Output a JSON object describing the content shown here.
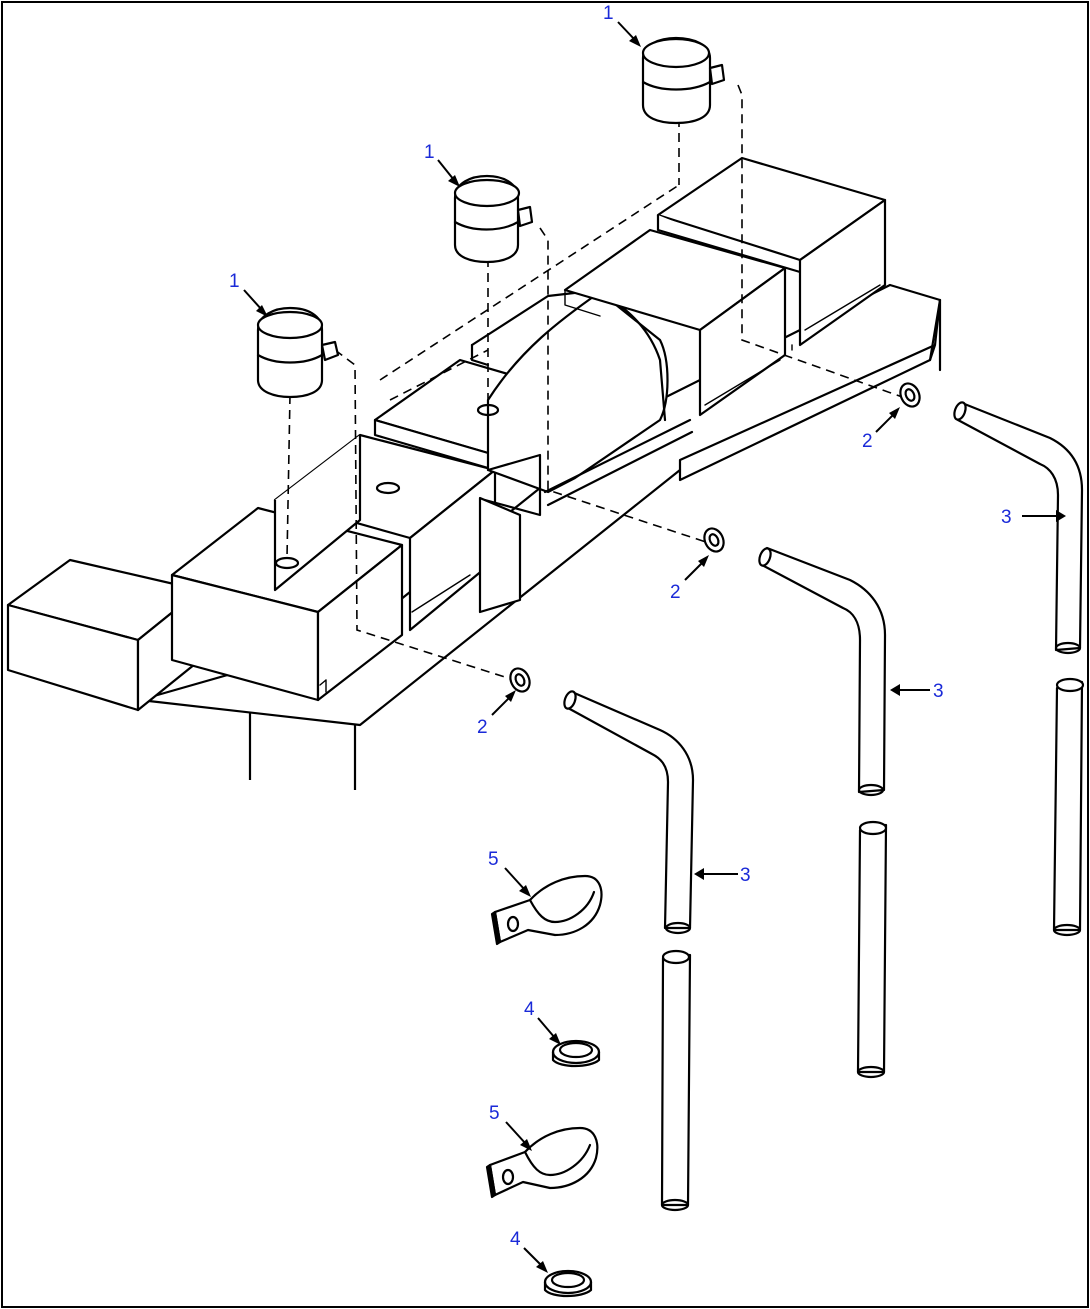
{
  "callouts": {
    "c1a": "1",
    "c1b": "1",
    "c1c": "1",
    "c2a": "2",
    "c2b": "2",
    "c2c": "2",
    "c3a": "3",
    "c3b": "3",
    "c3c": "3",
    "c4a": "4",
    "c4b": "4",
    "c5a": "5",
    "c5b": "5"
  },
  "colors": {
    "callout": "#1a2ad8",
    "line": "#000000",
    "background": "#ffffff"
  }
}
